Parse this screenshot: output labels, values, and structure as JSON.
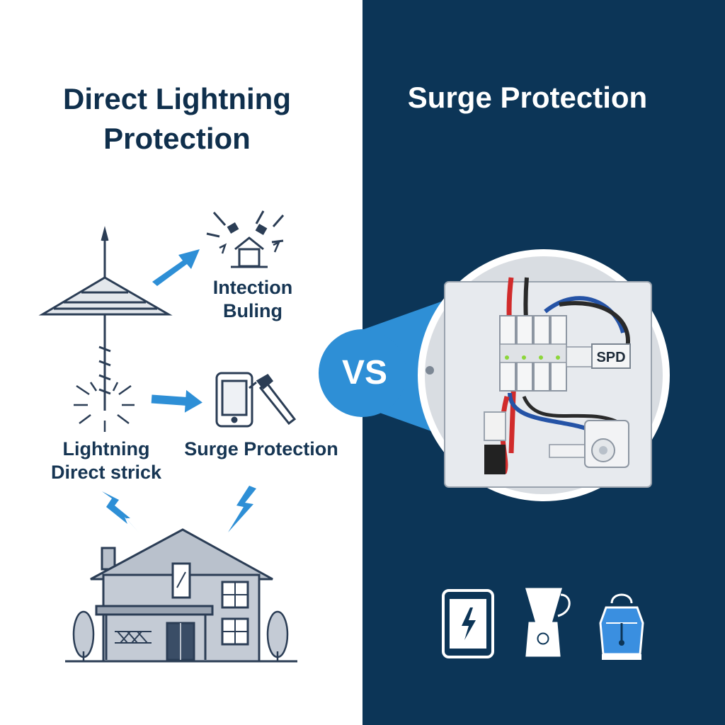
{
  "left": {
    "title": "Direct Lightning\nProtection",
    "items": [
      {
        "label": "Intection\nBuling"
      },
      {
        "label": "Lightning\nDirect strick"
      },
      {
        "label": "Surge Protection"
      }
    ]
  },
  "right": {
    "title": "Surge Protection",
    "spd_label": "SPD",
    "devices": [
      "tablet-icon",
      "blender-icon",
      "kettle-icon"
    ]
  },
  "vs_label": "VS",
  "colors": {
    "navy": "#0c3557",
    "accent_blue": "#2e8fd6",
    "outline": "#2b3d55",
    "fill_gray": "#b9c1cc"
  }
}
